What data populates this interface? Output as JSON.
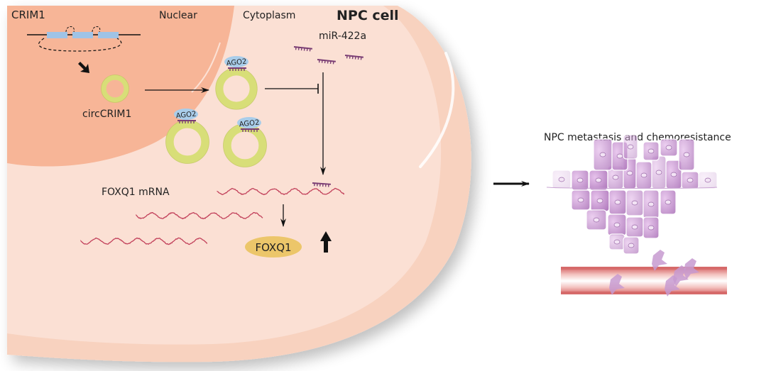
{
  "cell": {
    "title": "NPC cell",
    "compartments": {
      "nuclear": "Nuclear",
      "cytoplasm": "Cytoplasm"
    }
  },
  "gene": {
    "label": "CRIM1"
  },
  "circrna": {
    "label": "circCRIM1"
  },
  "protein_complex": {
    "label": "AGO2"
  },
  "mirna": {
    "label": "miR-422a"
  },
  "mrna": {
    "label": "FOXQ1 mRNA"
  },
  "protein": {
    "label": "FOXQ1"
  },
  "outcome": {
    "label": "NPC metastasis and chemoresistance"
  },
  "colors": {
    "cytoplasm": "#fbe0d4",
    "cell_rim": "#f8d2bf",
    "nucleus": "#f7b597",
    "exon": "#9fc3e6",
    "circ_ring": "#d8de78",
    "ago2": "#a9cdea",
    "mirna": "#7a3e74",
    "mrna": "#c2405a",
    "foxq1": "#ecc66a",
    "tumor": "#c79ad0",
    "vessel": "#d66a6a"
  }
}
